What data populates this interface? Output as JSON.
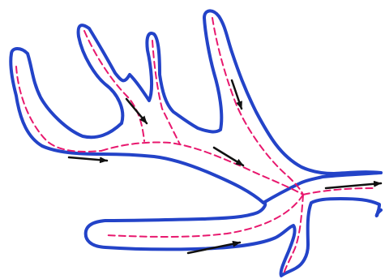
{
  "colors": {
    "outline": "#2343c8",
    "centerline": "#e8186e",
    "arrow": "#111111",
    "background": "#ffffff"
  },
  "flow_arrows": [
    {
      "name": "left-branch-flow-arrow",
      "icon": "arrow-right-icon"
    },
    {
      "name": "center-branch-flow-arrow",
      "icon": "arrow-down-right-icon"
    },
    {
      "name": "right-branch-flow-arrow",
      "icon": "arrow-down-icon"
    },
    {
      "name": "main-channel-flow-arrow",
      "icon": "arrow-down-right-icon"
    },
    {
      "name": "outlet-flow-arrow",
      "icon": "arrow-right-icon"
    },
    {
      "name": "lower-branch-flow-arrow",
      "icon": "arrow-right-icon"
    }
  ]
}
